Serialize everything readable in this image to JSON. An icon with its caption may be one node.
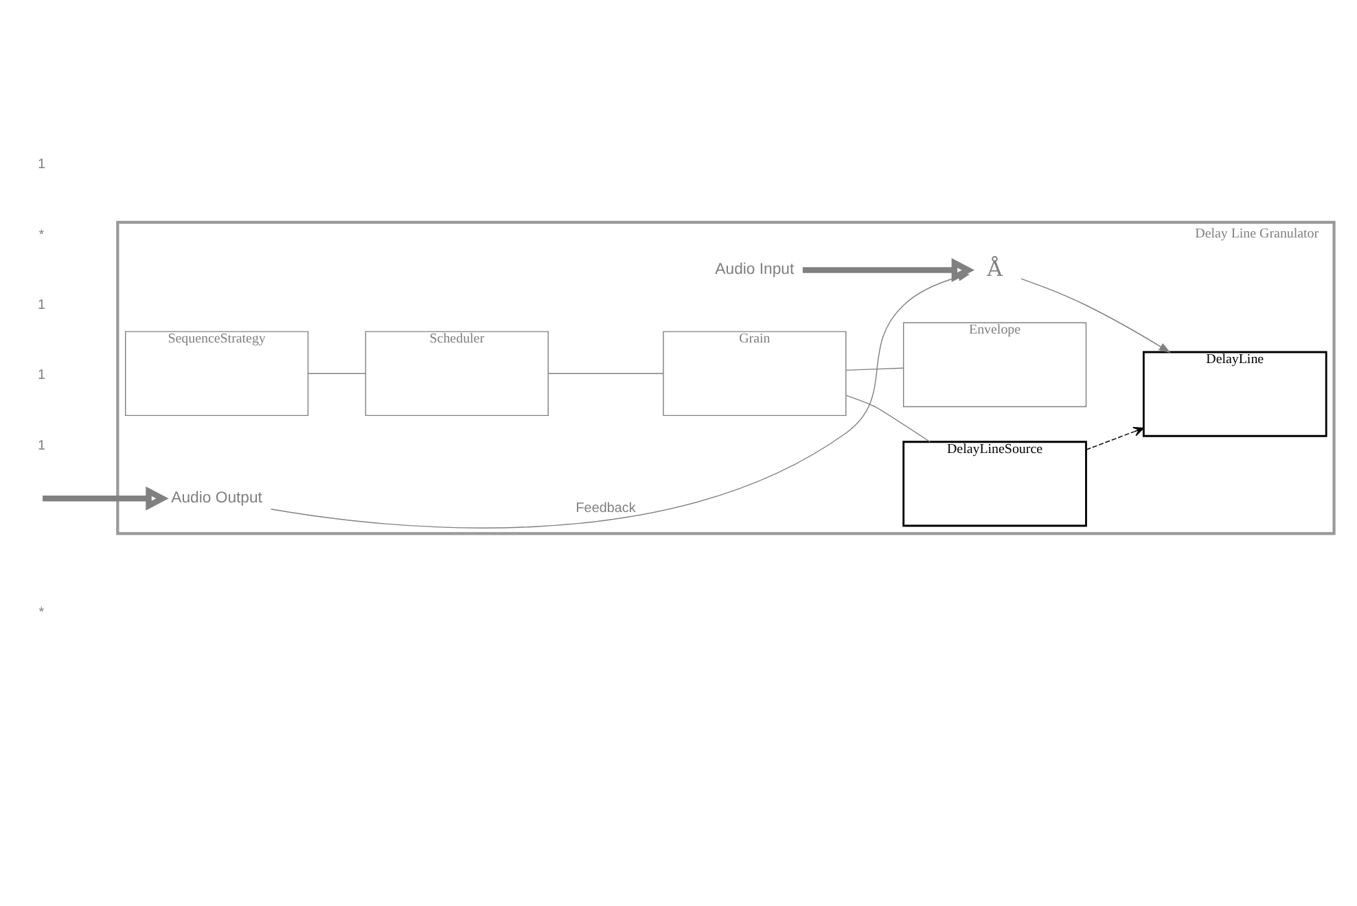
{
  "diagram": {
    "nodes": [
      {
        "text": [
          "Delay Line Granulator"
        ]
      },
      {
        "text": [
          "Audio Input"
        ],
        "in": 0
      },
      {
        "text": [
          "Å"
        ],
        "in": 0
      },
      {
        "text": [
          "DelayLine"
        ],
        "in": 0
      },
      {
        "text": [
          "SequenceStrategy"
        ],
        "in": 0
      },
      {
        "text": [
          "Scheduler"
        ],
        "in": 0
      },
      {
        "text": [
          "Grain"
        ],
        "in": 0
      },
      {
        "text": [
          "DelayLineSource"
        ],
        "in": 0
      },
      {
        "text": [
          "Envelope"
        ],
        "in": 0
      },
      {
        "text": [
          "Audio Output"
        ],
        "in": 0
      }
    ],
    "edges": [
      {
        "from": 1,
        "to": 2,
        "arrow": "to",
        "style": "thick"
      },
      {
        "from": 2,
        "to": 3,
        "arrow": "to"
      },
      {
        "from": 9,
        "to": 2,
        "arrow": "to",
        "label": "Feedback"
      },
      {
        "from": 7,
        "to": 3,
        "arrow": "to",
        "style": "dashed",
        "color": "#000000"
      },
      {
        "from": 4,
        "to": 5,
        "arrow": "none"
      },
      {
        "from": 5,
        "to": 6,
        "arrow": "none"
      },
      {
        "from": 6,
        "to": 7,
        "arrow": "none"
      },
      {
        "from": 6,
        "to": 8,
        "arrow": "none"
      },
      {
        "from": null,
        "to": 9,
        "arrow": "to",
        "style": "thick"
      }
    ],
    "labels": [
      "1",
      "*",
      "1",
      "1",
      "*",
      "1"
    ]
  }
}
